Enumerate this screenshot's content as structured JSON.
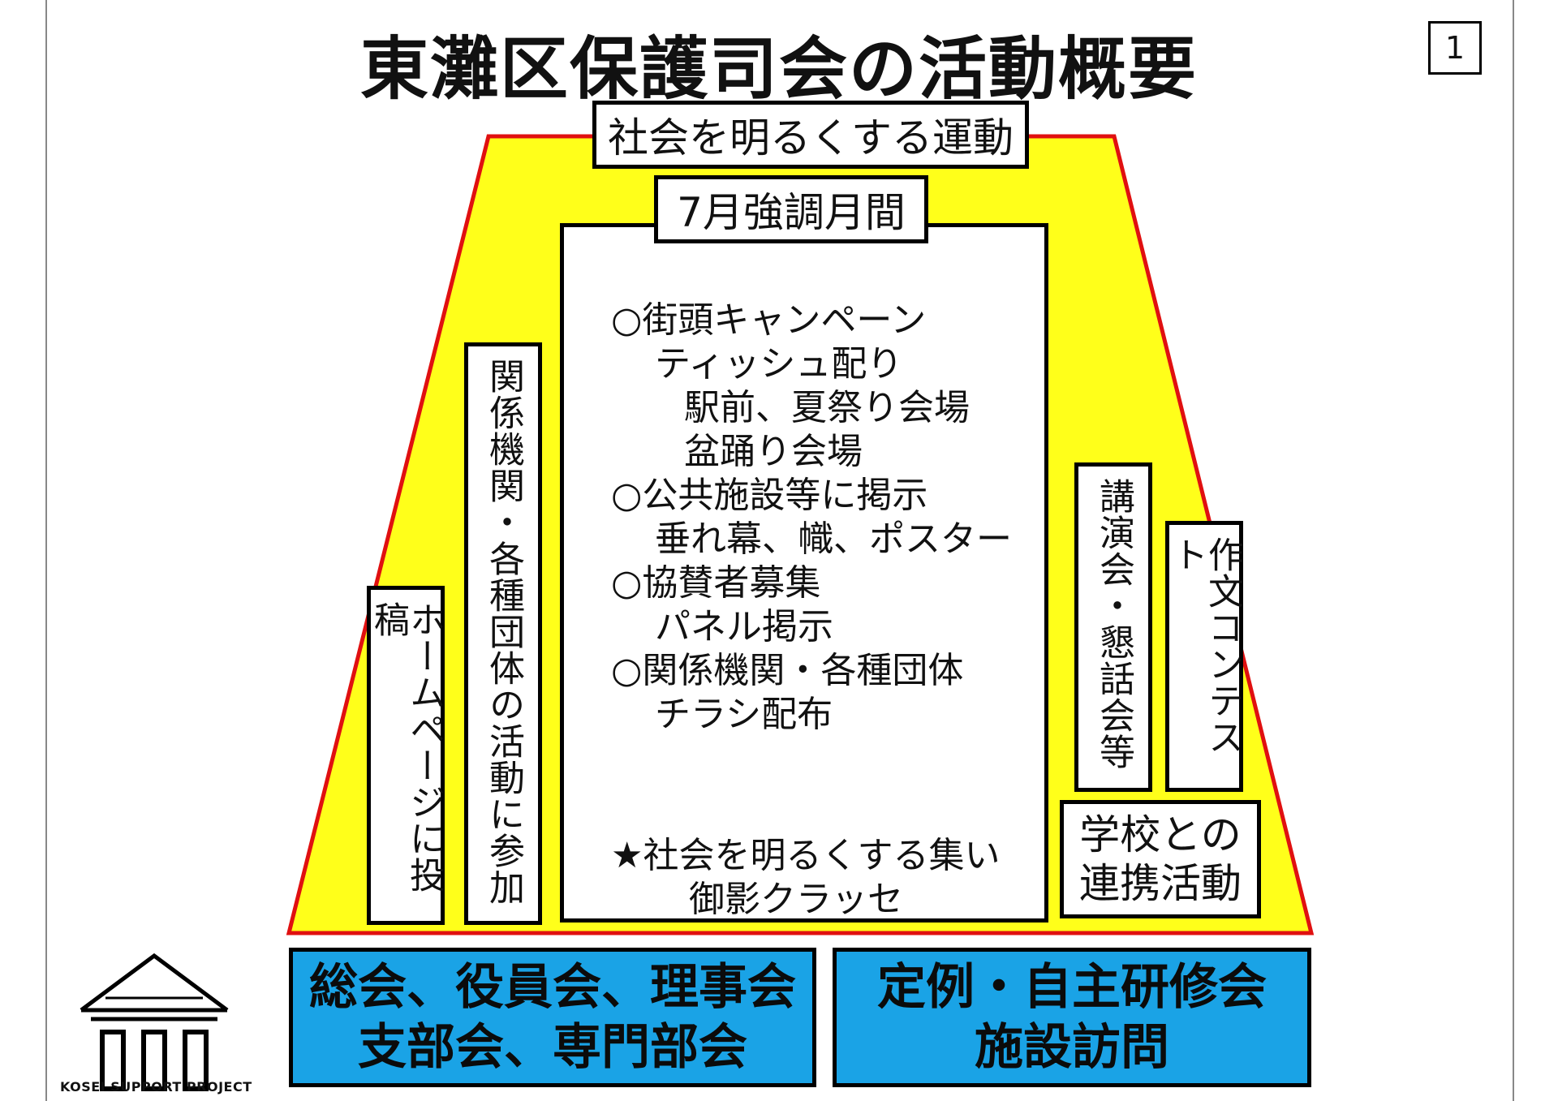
{
  "title": "東灘区保護司会の活動概要",
  "page_number": "1",
  "colors": {
    "trapezoid_fill": "#ffff1a",
    "trapezoid_stroke": "#e01010",
    "blue_box": "#1aa3e6"
  },
  "top_banner": "社会を明るくする運動",
  "month_banner": "7月強調月間",
  "center_lines": [
    "○街頭キャンペーン",
    "ティッシュ配り",
    "駅前、夏祭り会場",
    "盆踊り会場",
    "○公共施設等に掲示",
    "垂れ幕、幟、ポスター",
    "○協賛者募集",
    "パネル掲示",
    "○関係機関・各種団体",
    "チラシ配布",
    "★社会を明るくする集い",
    "御影クラッセ"
  ],
  "left_vertical_1": "ホームページに投稿",
  "left_vertical_2": "関係機関・各種団体の活動に参加",
  "right_vertical_1": "講演会・懇話会等",
  "right_vertical_2": "作文コンテスト",
  "school_box": {
    "line1": "学校との",
    "line2": "連携活動"
  },
  "bottom_left": {
    "line1": "総会、役員会、理事会",
    "line2": "支部会、専門部会"
  },
  "bottom_right": {
    "line1": "定例・自主研修会",
    "line2": "施設訪問"
  },
  "logo_text": "KOSEI SUPPORT PROJECT",
  "logo_icon": "building-icon"
}
